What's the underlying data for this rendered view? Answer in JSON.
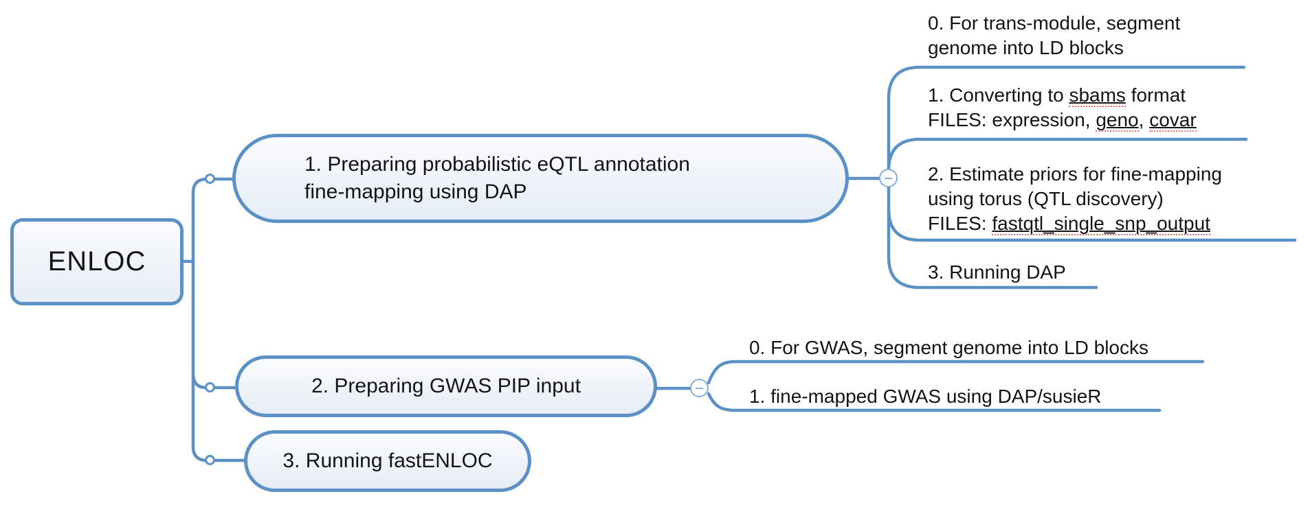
{
  "root": {
    "label": "ENLOC"
  },
  "branches": [
    {
      "label_lines": [
        "1. Preparing probabilistic eQTL annotation",
        "fine-mapping using DAP"
      ],
      "children": [
        {
          "lines": [
            {
              "parts": [
                "0. For trans-module, segment"
              ]
            },
            {
              "parts": [
                "genome into LD blocks"
              ]
            }
          ]
        },
        {
          "lines": [
            {
              "parts": [
                "1. Converting to ",
                "sbams",
                " format"
              ]
            },
            {
              "parts": [
                "FILES: expression, ",
                "geno",
                ", ",
                "covar"
              ]
            }
          ]
        },
        {
          "lines": [
            {
              "parts": [
                "2. Estimate priors for fine-mapping"
              ]
            },
            {
              "parts": [
                "using torus (QTL discovery)"
              ]
            },
            {
              "parts": [
                "FILES: ",
                "fastqtl_single_snp_output"
              ]
            }
          ]
        },
        {
          "lines": [
            {
              "parts": [
                "3. Running DAP"
              ]
            }
          ]
        }
      ]
    },
    {
      "label_lines": [
        "2. Preparing GWAS PIP input"
      ],
      "children": [
        {
          "lines": [
            {
              "parts": [
                "0. For GWAS, segment genome into LD blocks"
              ]
            }
          ]
        },
        {
          "lines": [
            {
              "parts": [
                "1. fine-mapped GWAS using DAP/susieR"
              ]
            }
          ]
        }
      ]
    },
    {
      "label_lines": [
        "3. Running fastENLOC"
      ],
      "children": []
    }
  ],
  "colors": {
    "connector": "#5b91c5",
    "node_border": "#5b91c5",
    "node_fill_top": "#fbfcfe",
    "node_fill_bottom": "#e7edf6",
    "spellcheck": "#f06a6a",
    "text": "#141414"
  }
}
